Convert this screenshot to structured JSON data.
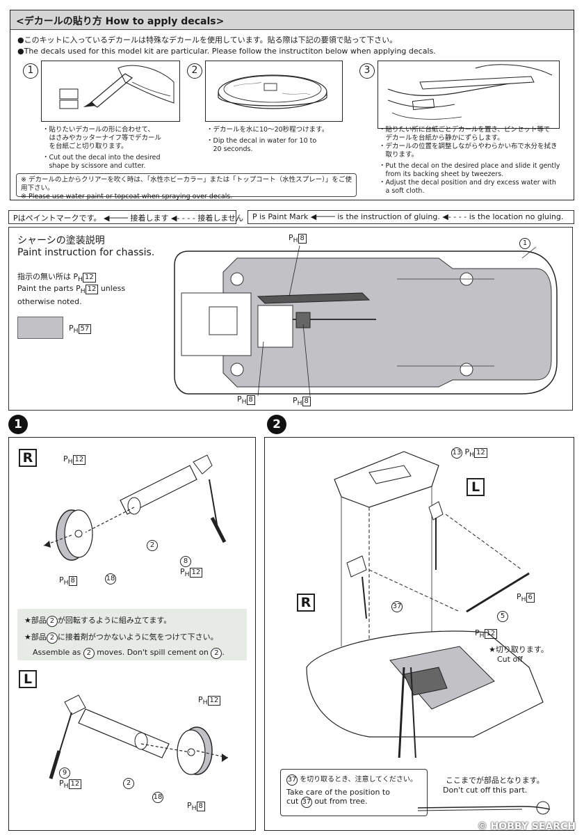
{
  "decal": {
    "title": "<デカールの貼り方 How to apply decals>",
    "intro_jp": "●このキットに入っているデカールは特殊なデカールを使用しています。貼る際は下記の要領で貼って下さい。",
    "intro_en": "●The decals used for this model kit are particular. Please follow the instructiton below when applying decals.",
    "steps": [
      {
        "number": "1",
        "jp": [
          "・貼りたいデカールの形に合わせて、",
          "　はさみやカッターナイフ等でデカール",
          "　を台紙ごと切り取ります。"
        ],
        "en": [
          "・Cut out the decal into the desired",
          "　shape by scissore and cutter."
        ]
      },
      {
        "number": "2",
        "jp": [
          "・デカールを水に10〜20秒程つけます。"
        ],
        "en": [
          "・Dip the decal in water for 10 to",
          "　20 seconds."
        ]
      },
      {
        "number": "3",
        "jp": [
          "・貼りたい所に台紙ごとデカールを置き、ピンセット等で",
          "　デカールを台紙から静かにずらします。",
          "・デカールの位置を調整しながらやわらかい布で水分を拭き",
          "　取ります。"
        ],
        "en": [
          "・Put the decal on the desired place and slide it gently",
          "　from its backing sheet by tweezers.",
          "・Adjust the decal position and dry excess water with",
          "　a soft cloth."
        ]
      }
    ],
    "note_jp": "※ デカールの上からクリアーを吹く時は、「水性ホビーカラー」または「トップコート（水性スプレー）」をご使用下さい。",
    "note_en": "※ Please use water paint or topcoat when spraying over decals."
  },
  "legend": {
    "jp": {
      "paint_mark": "Pはペイントマークです。",
      "glue": "接着します",
      "no_glue": "接着しません"
    },
    "en": {
      "paint_mark": "P is Paint Mark",
      "glue": "is the instruction of gluing.",
      "no_glue": "is the location no gluing."
    }
  },
  "paint": {
    "title_jp": "シャーシの塗装説明",
    "title_en": "Paint instruction for chassis.",
    "default_jp": "指示の無い所は",
    "default_en_1": "Paint the parts",
    "default_en_2": "unless",
    "default_en_3": "otherwise noted.",
    "default_code": "12",
    "swatch_code": "57",
    "swatch_color": "#c2c2c6",
    "part_number": "1",
    "callouts": [
      "8",
      "8",
      "8"
    ]
  },
  "ph_prefix": "P",
  "ph_sub": "H",
  "step1": {
    "badge": "1",
    "r_label": "R",
    "l_label": "L",
    "r_parts": [
      {
        "part": "",
        "code": "12"
      },
      {
        "part": "2",
        "code": ""
      },
      {
        "part": "8",
        "code": "12"
      },
      {
        "part": "18",
        "code": ""
      },
      {
        "part": "",
        "code": "8"
      }
    ],
    "l_parts": [
      {
        "part": "",
        "code": "12"
      },
      {
        "part": "9",
        "code": "12"
      },
      {
        "part": "2",
        "code": ""
      },
      {
        "part": "18",
        "code": ""
      },
      {
        "part": "",
        "code": "8"
      }
    ],
    "note_line1_a": "★部品",
    "note_line1_b": "が回転するように組み立てます。",
    "note_line2_a": "★部品",
    "note_line2_b": "に接着剤がつかないように気をつけて下さい。",
    "note_en_a": "Assemble as",
    "note_en_b": "moves. Don't spill cement on",
    "note_part": "2"
  },
  "step2": {
    "badge": "2",
    "l_label": "L",
    "r_label": "R",
    "part13": "13",
    "part13_code": "12",
    "part5": "5",
    "part5_code": "6",
    "part37": "37",
    "part37_code": "12",
    "cut_jp": "★切り取ります。",
    "cut_en": "Cut off",
    "care_jp_b": "を切り取るとき、注意してください。",
    "care_en_1": "Take care of the position to",
    "care_en_2_a": "cut",
    "care_en_2_b": "out from tree.",
    "dontcut_jp": "ここまでが部品となります。",
    "dontcut_en": "Don't cut off this part."
  },
  "watermark": "© HOBBY SEARCH"
}
